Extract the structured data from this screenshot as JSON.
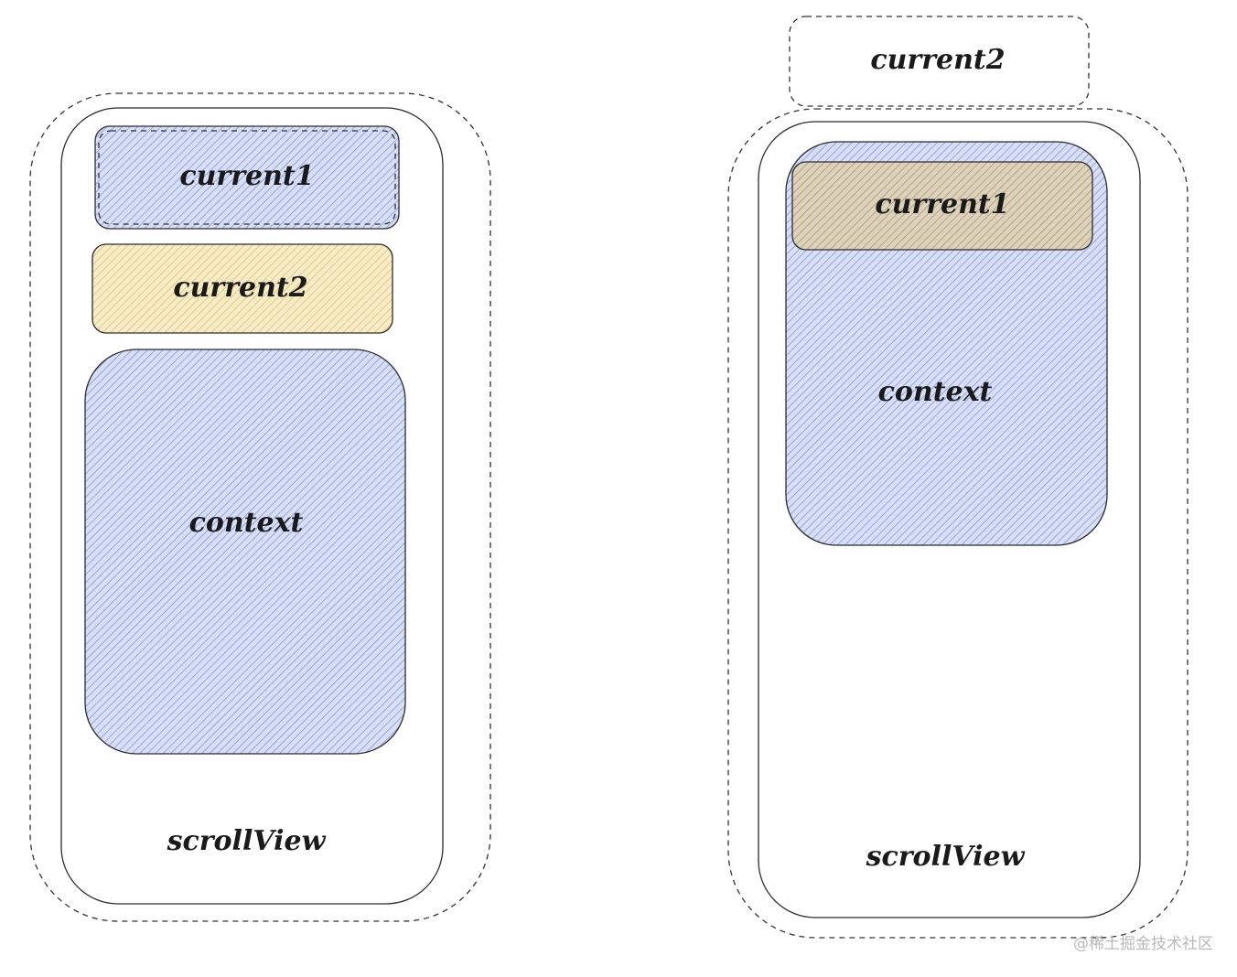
{
  "left": {
    "current1": "current1",
    "current2": "current2",
    "context": "context",
    "scrollview": "scrollView"
  },
  "right": {
    "current2": "current2",
    "current1": "current1",
    "context": "context",
    "scrollview": "scrollView"
  },
  "watermark": "@稀土掘金技术社区",
  "colors": {
    "blue_fill": "#c9d3f2",
    "blue_hatch": "#7d8fd9",
    "yellow_fill": "#f5e6b8",
    "yellow_hatch": "#e3c266",
    "brown_fill": "#d6ccb4",
    "brown_hatch": "#a8956a"
  }
}
